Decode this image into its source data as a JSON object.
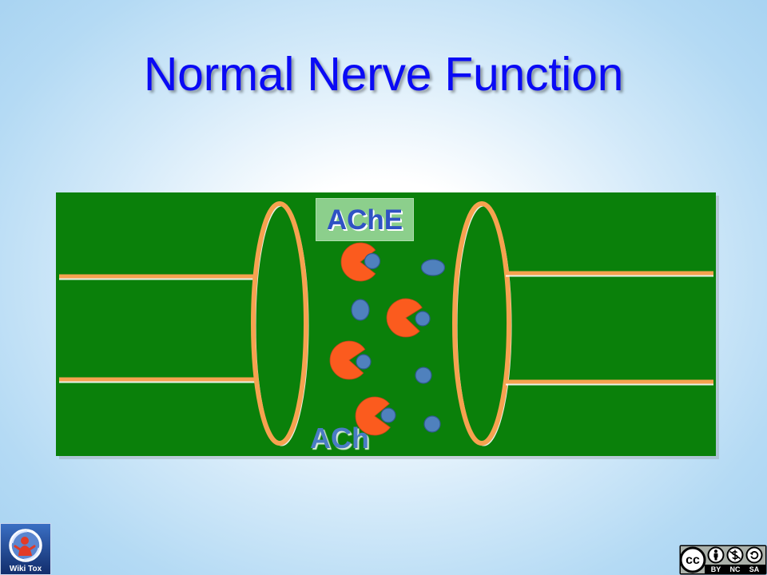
{
  "slide": {
    "title": "Normal Nerve Function"
  },
  "diagram": {
    "enzyme_label": "AChE",
    "transmitter_label": "ACh"
  },
  "footer": {
    "logo": {
      "icon": "wiki-tox-logo",
      "text": "Wiki Tox"
    },
    "license_badge": {
      "icon": "creative-commons-badge",
      "mark": "cc",
      "terms": [
        "BY",
        "NC",
        "SA"
      ],
      "term_icons": [
        "by-person-icon",
        "non-commercial-icon",
        "share-alike-icon"
      ]
    }
  },
  "colors": {
    "title": "#0a0af5",
    "synapse_background": "#0a800a",
    "membrane": "#f6a24f",
    "enzyme": "#fb5b1e",
    "acetylcholine": "#4f81bd",
    "enzyme_label_box": "#8ccf8c",
    "enzyme_label_text": "#2f52c4",
    "transmitter_label_text": "#4a7bc4"
  }
}
